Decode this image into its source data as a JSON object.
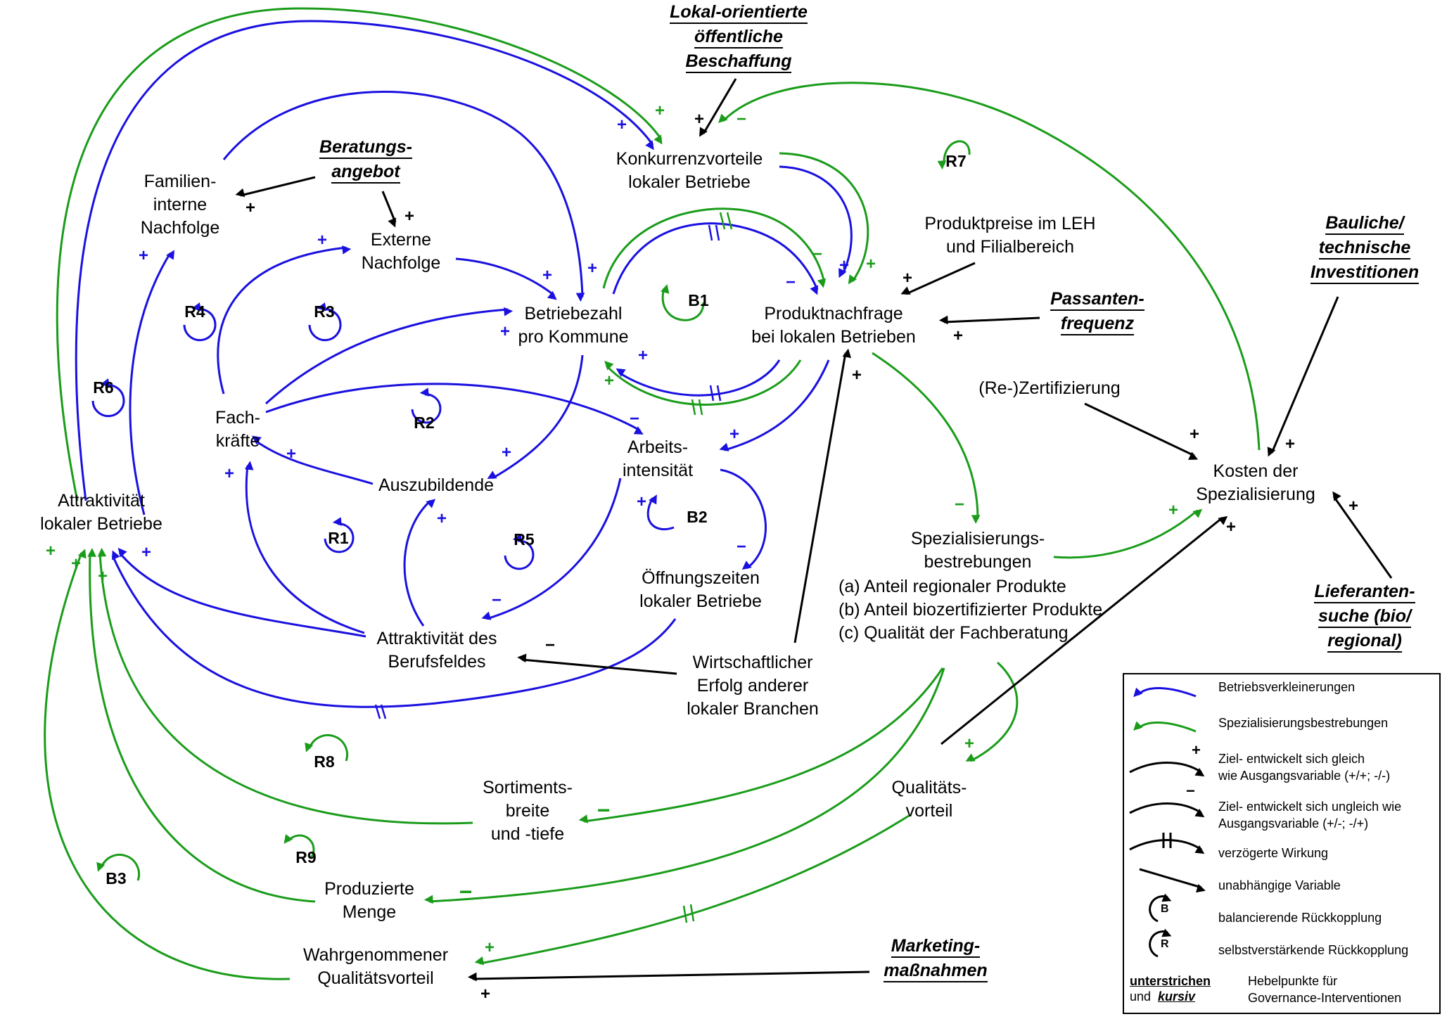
{
  "colors": {
    "blue": "#1a10e0",
    "green": "#1a9c1a",
    "black": "#000000"
  },
  "nodes": {
    "konkurrenz": [
      "Konkurrenzvorteile",
      "lokaler Betriebe"
    ],
    "familien": [
      "Familien-",
      "interne",
      "Nachfolge"
    ],
    "extern": [
      "Externe",
      "Nachfolge"
    ],
    "betriebe": [
      "Betriebezahl",
      "pro Kommune"
    ],
    "nachfrage": [
      "Produktnachfrage",
      "bei lokalen Betrieben"
    ],
    "preise": [
      "Produktpreise im LEH",
      "und Filialbereich"
    ],
    "fachkraefte": [
      "Fach-",
      "kräfte"
    ],
    "azubi": [
      "Auszubildende"
    ],
    "arbeit": [
      "Arbeits-",
      "intensität"
    ],
    "attraktivitaet": [
      "Attraktivität",
      "lokaler Betriebe"
    ],
    "oeffnung": [
      "Öffnungszeiten",
      "lokaler Betriebe"
    ],
    "berufsfeld": [
      "Attraktivität des",
      "Berufsfeldes"
    ],
    "wirtschaft": [
      "Wirtschaftlicher",
      "Erfolg anderer",
      "lokaler Branchen"
    ],
    "spezial": [
      "Spezialisierungs-",
      "bestrebungen"
    ],
    "spezial_list": [
      "(a) Anteil regionaler Produkte",
      "(b) Anteil biozertifizierter Produkte",
      "(c) Qualität der Fachberatung"
    ],
    "zert": [
      "(Re-)Zertifizierung"
    ],
    "kosten": [
      "Kosten der",
      "Spezialisierung"
    ],
    "sortiment": [
      "Sortiments-",
      "breite",
      "und -tiefe"
    ],
    "qualitaet": [
      "Qualitäts-",
      "vorteil"
    ],
    "menge": [
      "Produzierte",
      "Menge"
    ],
    "wahr": [
      "Wahrgenommener",
      "Qualitätsvorteil"
    ]
  },
  "levers": {
    "lokal": [
      "Lokal-orientierte",
      "öffentliche",
      "Beschaffung"
    ],
    "beratung": [
      "Beratungs-",
      "angebot"
    ],
    "passanten": [
      "Passanten-",
      "frequenz"
    ],
    "baulich": [
      "Bauliche/",
      "technische",
      "Investitionen"
    ],
    "lieferanten": [
      "Lieferanten-",
      "suche (bio/",
      "regional)"
    ],
    "marketing": [
      "Marketing-",
      "maßnahmen"
    ]
  },
  "loops": {
    "R1": "R1",
    "R2": "R2",
    "R3": "R3",
    "R4": "R4",
    "R5": "R5",
    "R6": "R6",
    "R7": "R7",
    "R8": "R8",
    "R9": "R9",
    "B1": "B1",
    "B2": "B2",
    "B3": "B3"
  },
  "legend": {
    "blue_arrow": "Betriebsverkleinerungen",
    "green_arrow": "Spezialisierungsbestrebungen",
    "plus_line1": "Ziel- entwickelt sich gleich",
    "plus_line2": "wie Ausgangsvariable (+/+; -/-)",
    "minus_line1": "Ziel- entwickelt sich ungleich wie",
    "minus_line2": "Ausgangsvariable (+/-; -/+)",
    "delay": "verzögerte Wirkung",
    "independent": "unabhängige Variable",
    "balancing": "balancierende Rückkopplung",
    "reinforcing": "selbstverstärkende Rückkopplung",
    "key_underlined": "unterstrichen",
    "key_und": "und",
    "key_kursiv": "kursiv",
    "lever1": "Hebelpunkte für",
    "lever2": "Governance-Interventionen",
    "sym_plus": "+",
    "sym_minus": "−",
    "sym_B": "B",
    "sym_R": "R"
  },
  "signs": {
    "plus": "+",
    "minus": "−"
  }
}
